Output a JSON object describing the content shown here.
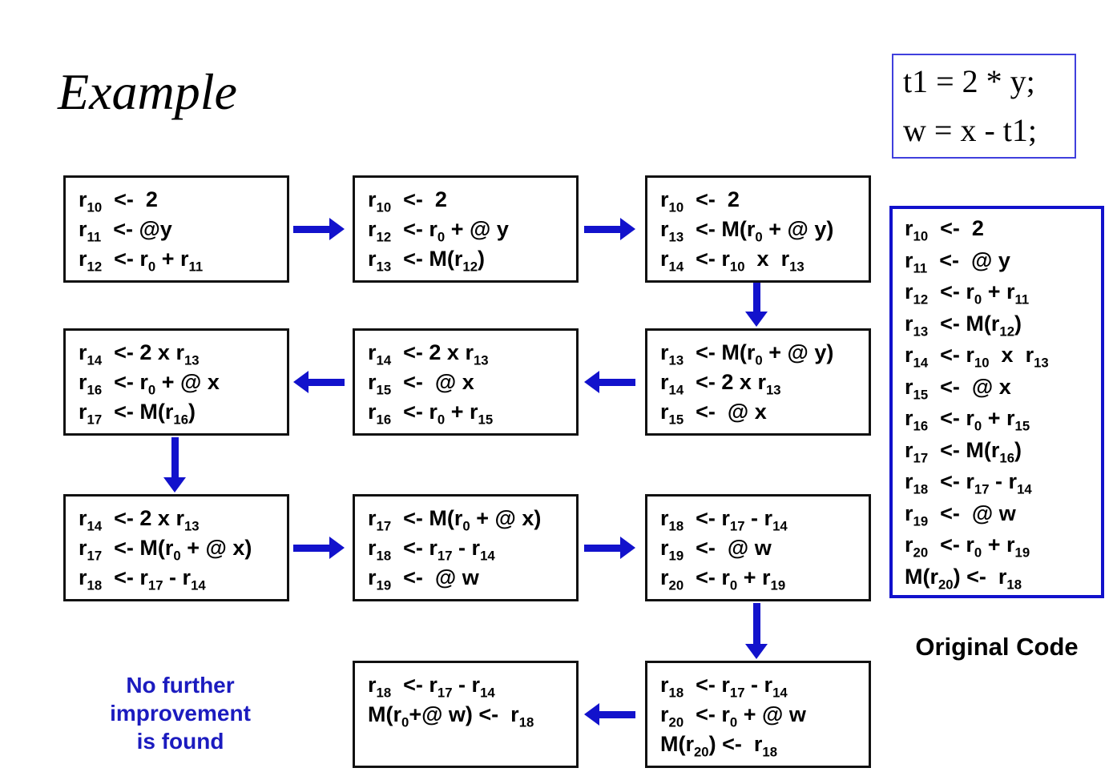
{
  "title": {
    "text": "Example"
  },
  "source_code": {
    "lines": [
      "t1 = 2 * y;",
      "w = x - t1;"
    ]
  },
  "steps": [
    {
      "lines": [
        "r_{10}  <-  2",
        "r_{11}  <- @y",
        "r_{12}  <- r_{0} + r_{11}"
      ]
    },
    {
      "lines": [
        "r_{10}  <-  2",
        "r_{12}  <- r_{0} + @ y",
        "r_{13}  <- M(r_{12})"
      ]
    },
    {
      "lines": [
        "r_{10}  <-  2",
        "r_{13}  <- M(r_{0} + @ y)",
        "r_{14}  <- r_{10}  x  r_{13}"
      ]
    },
    {
      "lines": [
        "r_{13}  <- M(r_{0} + @ y)",
        "r_{14}  <- 2 x r_{13}",
        "r_{15}  <-  @ x"
      ]
    },
    {
      "lines": [
        "r_{14}  <- 2 x r_{13}",
        "r_{15}  <-  @ x",
        "r_{16}  <- r_{0} + r_{15}"
      ]
    },
    {
      "lines": [
        "r_{14}  <- 2 x r_{13}",
        "r_{16}  <- r_{0} + @ x",
        "r_{17}  <- M(r_{16})"
      ]
    },
    {
      "lines": [
        "r_{14}  <- 2 x r_{13}",
        "r_{17}  <- M(r_{0} + @ x)",
        "r_{18}  <- r_{17} - r_{14}"
      ]
    },
    {
      "lines": [
        "r_{17}  <- M(r_{0} + @ x)",
        "r_{18}  <- r_{17} - r_{14}",
        "r_{19}  <-  @ w"
      ]
    },
    {
      "lines": [
        "r_{18}  <- r_{17} - r_{14}",
        "r_{19}  <-  @ w",
        "r_{20}  <- r_{0} + r_{19}"
      ]
    },
    {
      "lines": [
        "r_{18}  <- r_{17} - r_{14}",
        "r_{20}  <- r_{0} + @ w",
        "M(r_{20}) <-  r_{18}"
      ]
    },
    {
      "lines": [
        "r_{18}  <- r_{17} - r_{14}",
        "M(r_{0}+@ w) <-  r_{18}"
      ]
    }
  ],
  "original_code": {
    "label": "Original Code",
    "lines": [
      "r_{10}  <-  2",
      "r_{11}  <-  @ y",
      "r_{12}  <- r_{0} + r_{11}",
      "r_{13}  <- M(r_{12})",
      "r_{14}  <- r_{10}  x  r_{13}",
      "r_{15}  <-  @ x",
      "r_{16}  <- r_{0} + r_{15}",
      "r_{17}  <- M(r_{16})",
      "r_{18}  <- r_{17} - r_{14}",
      "r_{19}  <-  @ w",
      "r_{20}  <- r_{0} + r_{19}",
      "M(r_{20}) <-  r_{18}"
    ]
  },
  "note": {
    "lines": [
      "No further",
      "improvement",
      "is found"
    ]
  },
  "colors": {
    "arrow_blue": "#1212cc",
    "original_box_border": "#1111cc",
    "source_box_border": "#4040dd",
    "note_text": "#1b1bbf",
    "step_box_border": "#111111"
  }
}
